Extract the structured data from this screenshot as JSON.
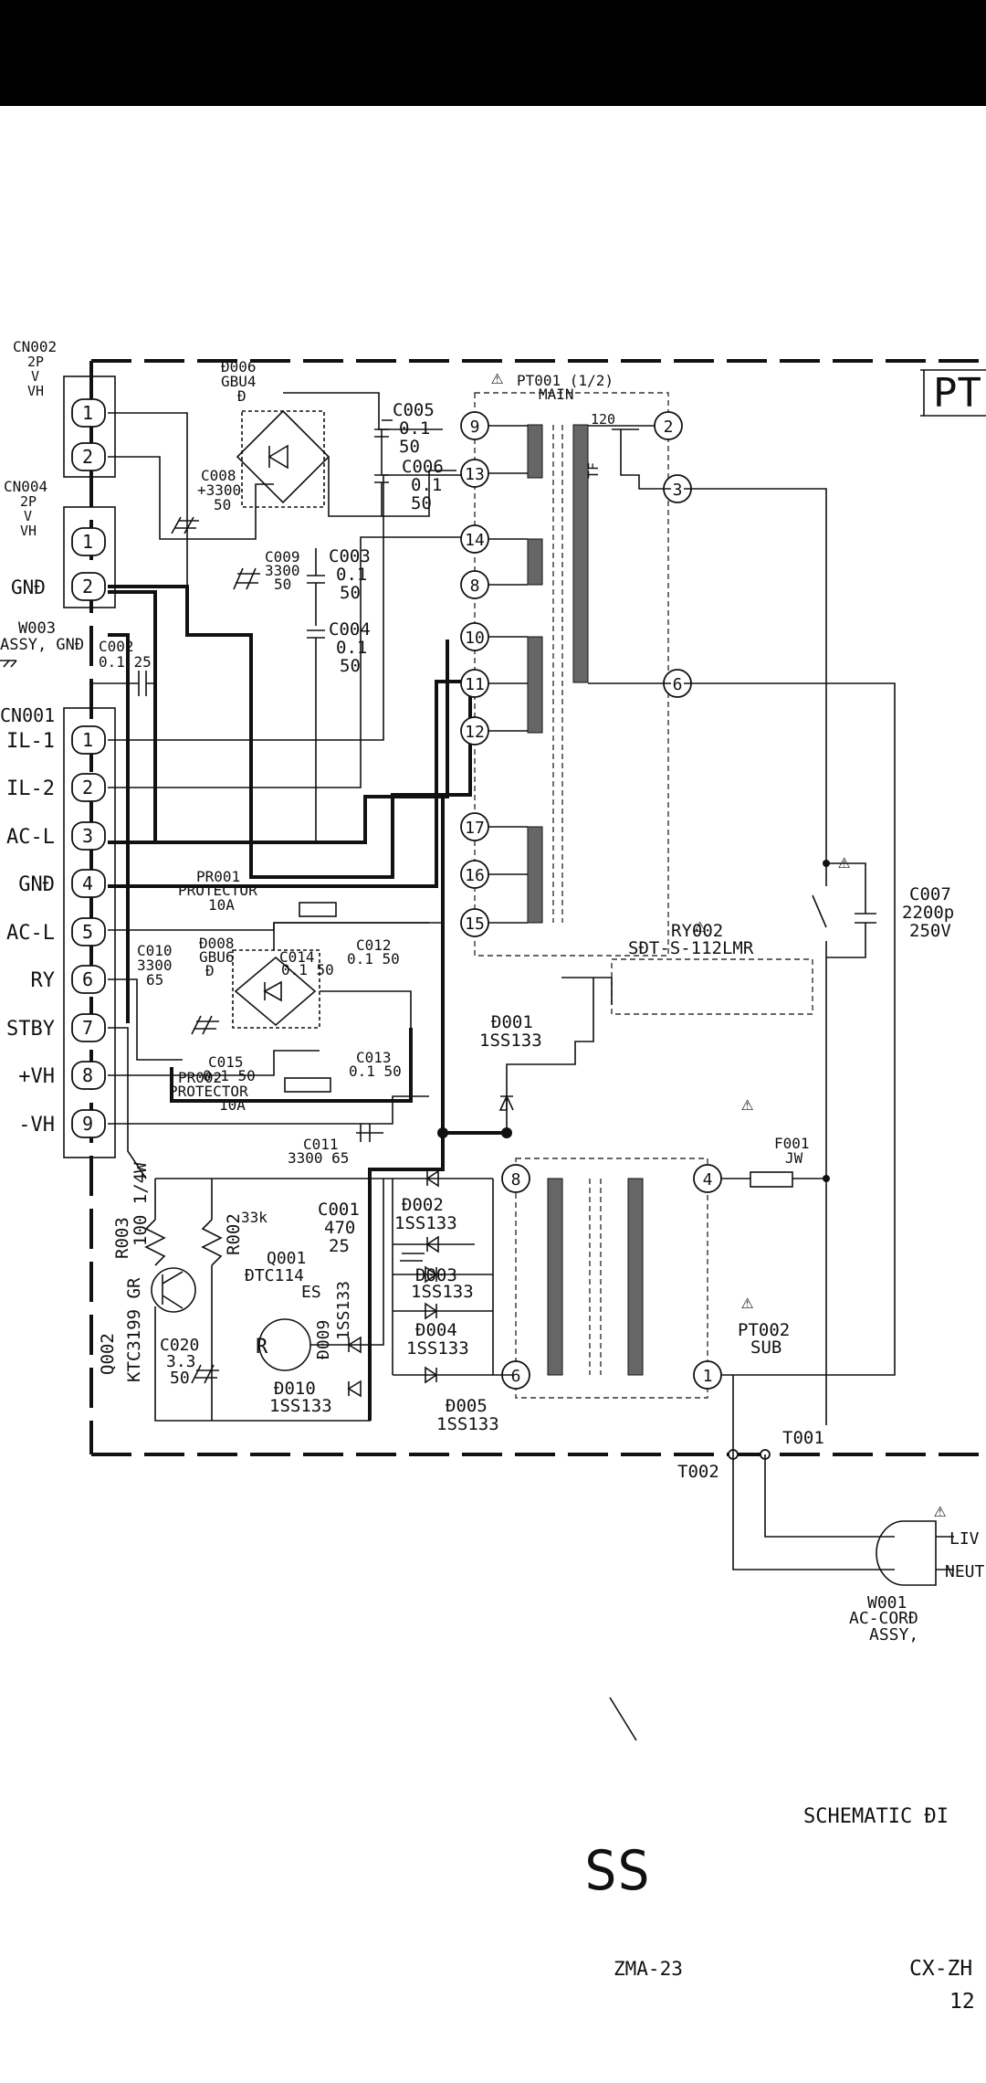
{
  "connectors": {
    "cn002": {
      "ref": "CN002",
      "spec1": "2P",
      "spec2": "V",
      "spec3": "VH",
      "pins": [
        "1",
        "2"
      ]
    },
    "cn004": {
      "ref": "CN004",
      "spec1": "2P",
      "spec2": "V",
      "spec3": "VH",
      "pins": [
        "1",
        "2"
      ],
      "gnd": "GNĐ"
    },
    "w003": {
      "line1": "W003",
      "line2": "ASSY, GNĐ"
    },
    "cn001": {
      "ref": "CN001",
      "pins": [
        "1",
        "2",
        "3",
        "4",
        "5",
        "6",
        "7",
        "8",
        "9"
      ],
      "labels": [
        "IL-1",
        "IL-2",
        "AC-L",
        "GNĐ",
        "AC-L",
        "RY",
        "STBY",
        "+VH",
        "-VH"
      ]
    }
  },
  "components": {
    "d006": {
      "ref": "Đ006",
      "value": "GBU4",
      "suffix": "Đ"
    },
    "c005": {
      "ref": "C005",
      "v1": "0.1",
      "v2": "50"
    },
    "c006": {
      "ref": "C006",
      "v1": "0.1",
      "v2": "50"
    },
    "c008": {
      "ref": "C008",
      "v1": "+3300",
      "v2": "50"
    },
    "c009": {
      "ref": "C009",
      "v1": "3300",
      "v2": "50"
    },
    "c003": {
      "ref": "C003",
      "v1": "0.1",
      "v2": "50"
    },
    "c004": {
      "ref": "C004",
      "v1": "0.1",
      "v2": "50"
    },
    "c002": {
      "ref": "C002",
      "v1": "0.1 25"
    },
    "pr001": {
      "ref": "PR001",
      "type": "PROTECTOR",
      "value": "10A"
    },
    "c014": {
      "ref": "C014",
      "v1": "0.1 50"
    },
    "c012": {
      "ref": "C012",
      "v1": "0.1 50"
    },
    "c010": {
      "ref": "C010",
      "v1": "3300",
      "v2": "65"
    },
    "d008": {
      "ref": "Đ008",
      "value": "GBU6",
      "suffix": "Đ"
    },
    "c015": {
      "ref": "C015",
      "v1": "0.1 50"
    },
    "c013": {
      "ref": "C013",
      "v1": "0.1 50"
    },
    "pr002": {
      "ref": "PR002",
      "type": "PROTECTOR",
      "value": "10A"
    },
    "c011": {
      "ref": "C011",
      "v1": "3300 65"
    },
    "d001": {
      "ref": "Đ001",
      "value": "1SS133"
    },
    "ry002": {
      "ref": "RY002",
      "value": "SĐT-S-112LMR"
    },
    "c007": {
      "ref": "C007",
      "v1": "2200p",
      "v2": "250V"
    },
    "f001": {
      "ref": "F001",
      "value": "JW"
    },
    "pt001": {
      "ref": "PT001 (1/2)",
      "value": "MAIN",
      "tf": "TF",
      "temp": "120"
    },
    "pt002": {
      "ref": "PT002",
      "value": "SUB"
    },
    "r003": {
      "ref": "R003",
      "value": "100 1/4W"
    },
    "r002": {
      "ref": "R002",
      "value": "33k"
    },
    "c001": {
      "ref": "C001",
      "v1": "470",
      "v2": "25"
    },
    "q001": {
      "ref": "Q001",
      "value": "ĐTC114",
      "suffix": "ES"
    },
    "d002": {
      "ref": "Đ002",
      "value": "1SS133"
    },
    "d003": {
      "ref": "Đ003",
      "value": "1SS133"
    },
    "d004": {
      "ref": "Đ004",
      "value": "1SS133"
    },
    "d005": {
      "ref": "Đ005",
      "value": "1SS133"
    },
    "d009": {
      "ref": "Đ009",
      "value": "1SS133"
    },
    "d010": {
      "ref": "Đ010",
      "value": "1SS133"
    },
    "q002": {
      "ref": "Q002",
      "value": "KTC3199 GR"
    },
    "c020": {
      "ref": "C020",
      "v1": "3.3",
      "v2": "50"
    },
    "t001": {
      "ref": "T001"
    },
    "t002": {
      "ref": "T002"
    },
    "w001": {
      "line1": "W001",
      "line2": "AC-CORĐ",
      "line3": "ASSY,"
    },
    "ac_plug": {
      "live": "LIV",
      "neutral": "NEUT"
    }
  },
  "pt001_pins": [
    "9",
    "13",
    "14",
    "8",
    "10",
    "11",
    "12",
    "17",
    "16",
    "15",
    "2",
    "3",
    "6"
  ],
  "pt002_pins": [
    "8",
    "6",
    "4",
    "1"
  ],
  "footer": {
    "title": "SCHEMATIC ĐI",
    "letters": "SS",
    "code": "ZMA-23",
    "model": "CX-ZH",
    "page": "12",
    "pt_block_label": "PT"
  },
  "colors": {
    "background": "#ffffff",
    "ink": "#111111",
    "top_bar": "#000000"
  }
}
